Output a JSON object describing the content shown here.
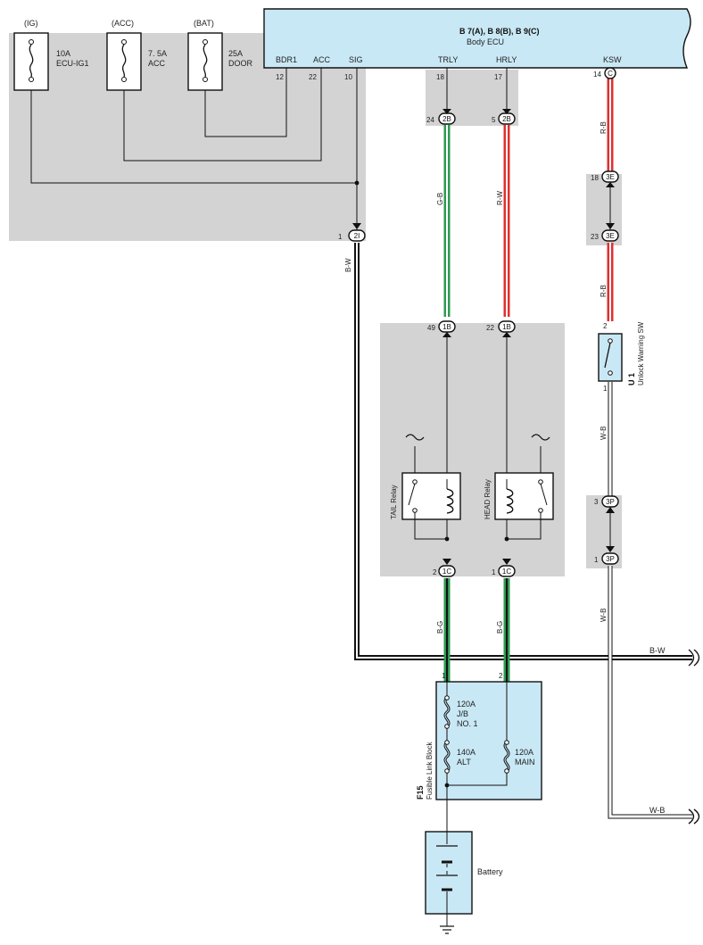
{
  "body_ecu": {
    "title": "B 7(A), B 8(B), B 9(C)",
    "subtitle": "Body ECU",
    "terminals": [
      {
        "name": "BDR1",
        "pin": "12"
      },
      {
        "name": "ACC",
        "pin": "22"
      },
      {
        "name": "SIG",
        "pin": "10"
      },
      {
        "name": "TRLY",
        "pin": "18"
      },
      {
        "name": "HRLY",
        "pin": "17"
      },
      {
        "name": "KSW",
        "pin": "14"
      }
    ]
  },
  "fuses": [
    {
      "source": "(IG)",
      "rating": "10A",
      "name": "ECU-IG1"
    },
    {
      "source": "(ACC)",
      "rating": "7. 5A",
      "name": "ACC"
    },
    {
      "source": "(BAT)",
      "rating": "25A",
      "name": "DOOR"
    }
  ],
  "connectors": [
    {
      "id": "2B",
      "pin": "24"
    },
    {
      "id": "2B",
      "pin": "5"
    },
    {
      "id": "2I",
      "pin": "1"
    },
    {
      "id": "3E",
      "pin": "18"
    },
    {
      "id": "3E",
      "pin": "23"
    },
    {
      "id": "1B",
      "pin": "49"
    },
    {
      "id": "1B",
      "pin": "22"
    },
    {
      "id": "1C",
      "pin": "2"
    },
    {
      "id": "1C",
      "pin": "1"
    },
    {
      "id": "3P",
      "pin": "3"
    },
    {
      "id": "3P",
      "pin": "1"
    },
    {
      "id": "C",
      "pin": "14"
    }
  ],
  "wires": {
    "trly": "G-B",
    "hrly": "R-W",
    "ksw_top": "R-B",
    "ksw_mid": "R-B",
    "sig": "B-W",
    "switch_out": "W-B",
    "lower_right": "W-B",
    "tail_relay_out": "B-G",
    "head_relay_out": "B-G",
    "bw_right": "B-W",
    "wb_right": "W-B"
  },
  "relays": {
    "tail": "TAIL Relay",
    "head": "HEAD Relay"
  },
  "unlock_sw": {
    "code": "U 1",
    "name": "Unlock Warning SW",
    "pin_top": "2",
    "pin_bottom": "1"
  },
  "fusible_block": {
    "code": "F15",
    "name": "Fusible Link Block",
    "pin_left": "1",
    "pin_right": "2",
    "links": [
      {
        "rating": "120A",
        "name": "J/B",
        "name2": "NO. 1"
      },
      {
        "rating": "140A",
        "name": "ALT"
      },
      {
        "rating": "120A",
        "name": "MAIN"
      }
    ]
  },
  "battery": {
    "label": "Battery"
  },
  "colors": {
    "ecu_fill": "#c9e8f5",
    "shade": "#d3d3d3",
    "wire_green": "#2e9a52",
    "wire_red": "#e03030",
    "wire_black": "#111111"
  }
}
